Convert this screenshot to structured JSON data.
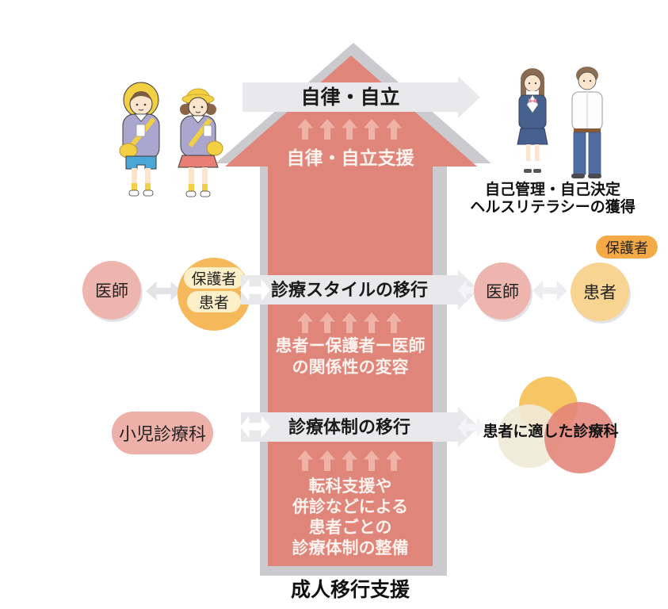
{
  "colors": {
    "arrow_pink": "#e08579",
    "arrow_gray_back": "#cbcbcf",
    "band_gray": "#e9e9eb",
    "small_arrow_pink": "#efb2a6",
    "doctor_circle_pink": "#eeb5af",
    "guardian_circle_orange": "#f5b95c",
    "pill_cream": "#fdf0c8",
    "patient_circle_yellow": "#f8d493",
    "guardian_pill_orange": "#f4aa47",
    "pediatric_pill_pink": "#eeb1aa",
    "cluster_yellow": "#f6c35c",
    "cluster_cream": "#f0e9d6",
    "cluster_red": "#e28379"
  },
  "top_section": {
    "goal_label": "自律・自立",
    "support_label": "自律・自立支援",
    "children_illustration": "kindergarten-children",
    "teens_illustration": "teen-students",
    "right_caption_line1": "自己管理・自己決定",
    "right_caption_line2": "ヘルスリテラシーの獲得"
  },
  "style_section": {
    "left_doctor_label": "医師",
    "left_guardian_label": "保護者",
    "left_patient_label": "患者",
    "band_label": "診療スタイルの移行",
    "support_line1": "患者ー保護者ー医師",
    "support_line2": "の関係性の変容",
    "right_doctor_label": "医師",
    "right_patient_label": "患者",
    "right_guardian_label": "保護者"
  },
  "system_section": {
    "left_department_label": "小児診療科",
    "band_label": "診療体制の移行",
    "support_lines": [
      "転科支援や",
      "併診などによる",
      "患者ごとの",
      "診療体制の整備"
    ],
    "right_caption": "患者に適した診療科"
  },
  "footer": {
    "label": "成人移行支援"
  }
}
